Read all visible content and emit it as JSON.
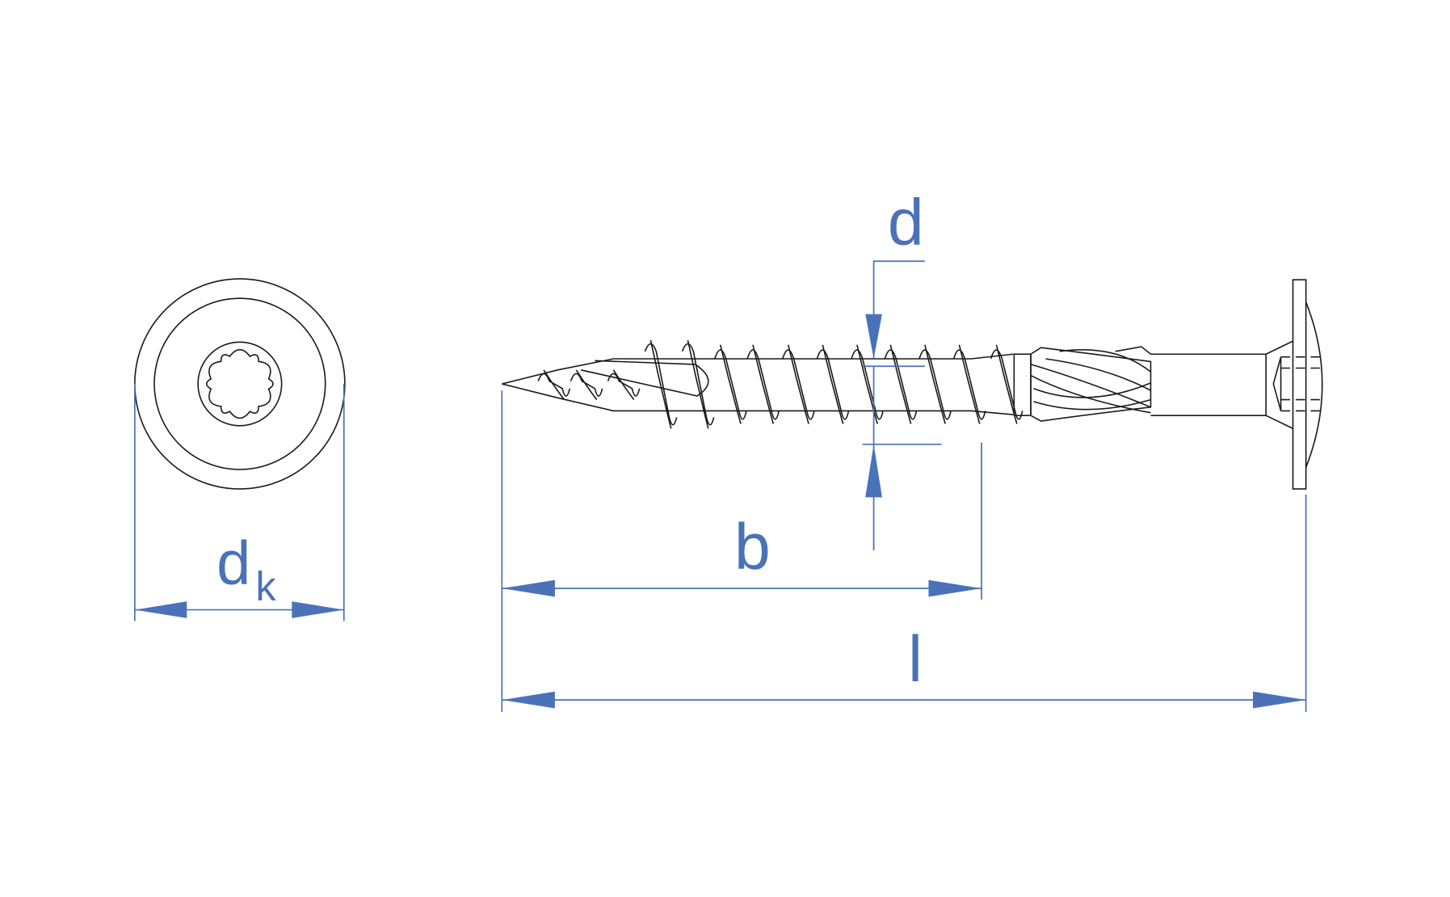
{
  "diagram": {
    "colors": {
      "dimension": "#4a72b8",
      "outline": "#1a1a1a"
    },
    "labels": {
      "head_diameter_main": "d",
      "head_diameter_sub": "k",
      "thread_diameter": "d",
      "thread_length": "b",
      "total_length": "l"
    },
    "drive_type": "torx"
  }
}
